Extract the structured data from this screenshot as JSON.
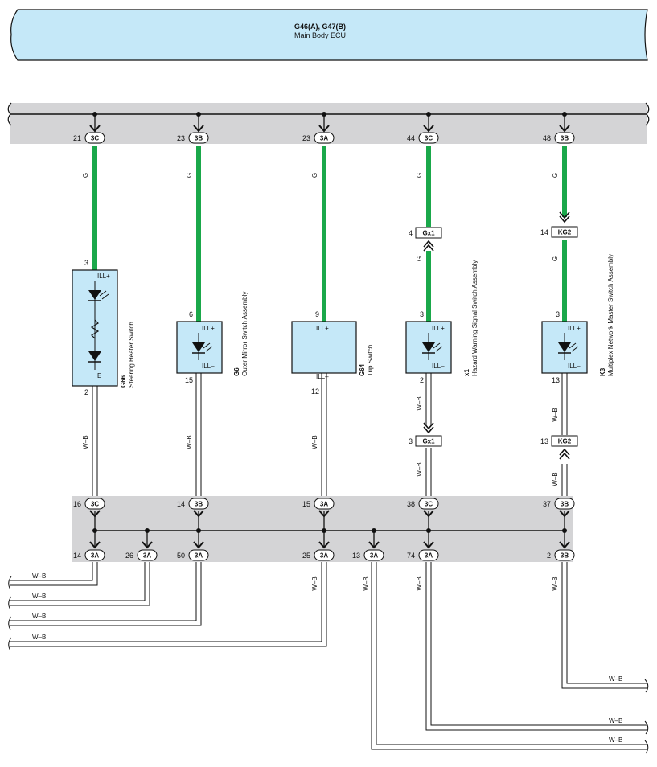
{
  "ecu": {
    "title": "G46(A), G47(B)",
    "subtitle": "Main Body ECU"
  },
  "wire_colors": {
    "green": "G",
    "ground": "W–B"
  },
  "colors": {
    "wire_green": "#1aa84a",
    "ecu_fill": "#c5e8f8",
    "bus_fill": "#d4d4d6",
    "component_fill": "#c5e8f8"
  },
  "top_connectors": [
    {
      "pin": "21",
      "conn": "3C"
    },
    {
      "pin": "23",
      "conn": "3B"
    },
    {
      "pin": "23",
      "conn": "3A"
    },
    {
      "pin": "44",
      "conn": "3C"
    },
    {
      "pin": "48",
      "conn": "3B"
    }
  ],
  "components": [
    {
      "code": "G66",
      "name": "Steering Heater Switch",
      "pin_top": "3",
      "pin_bottom": "2",
      "term_top": "ILL+",
      "term_bottom": "E",
      "icon": "led-resistor-diode"
    },
    {
      "code": "G6",
      "name": "Outer Mirror Switch Assembly",
      "pin_top": "6",
      "pin_bottom": "15",
      "term_top": "ILL+",
      "term_bottom": "ILL–",
      "icon": "led"
    },
    {
      "code": "G64",
      "name": "Trip Switch",
      "pin_top": "9",
      "pin_bottom": "12",
      "term_top": "ILL+",
      "term_bottom": "ILL–",
      "icon": "none"
    },
    {
      "code": "x1",
      "name": "Hazard Warning Signal Switch Assembly",
      "pin_top": "3",
      "pin_bottom": "2",
      "term_top": "ILL+",
      "term_bottom": "ILL–",
      "icon": "led"
    },
    {
      "code": "K3",
      "name": "Multiplex Network Master Switch Assembly",
      "pin_top": "3",
      "pin_bottom": "13",
      "term_top": "ILL+",
      "term_bottom": "ILL–",
      "icon": "led"
    }
  ],
  "inline_connectors": [
    {
      "pin": "4",
      "conn": "Gx1"
    },
    {
      "pin": "14",
      "conn": "KG2"
    },
    {
      "pin": "3",
      "conn": "Gx1"
    },
    {
      "pin": "13",
      "conn": "KG2"
    }
  ],
  "junction_top": [
    {
      "pin": "16",
      "conn": "3C"
    },
    {
      "pin": "14",
      "conn": "3B"
    },
    {
      "pin": "15",
      "conn": "3A"
    },
    {
      "pin": "38",
      "conn": "3C"
    },
    {
      "pin": "37",
      "conn": "3B"
    }
  ],
  "junction_bottom": [
    {
      "pin": "14",
      "conn": "3A"
    },
    {
      "pin": "26",
      "conn": "3A"
    },
    {
      "pin": "50",
      "conn": "3A"
    },
    {
      "pin": "25",
      "conn": "3A"
    },
    {
      "pin": "13",
      "conn": "3A"
    },
    {
      "pin": "74",
      "conn": "3A"
    },
    {
      "pin": "2",
      "conn": "3B"
    }
  ]
}
